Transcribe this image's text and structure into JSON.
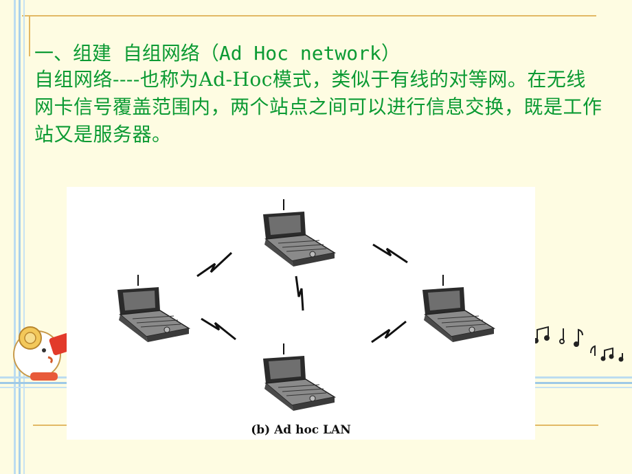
{
  "slide": {
    "heading": "一、组建 自组网络（Ad Hoc network）",
    "paragraph": "自组网络----也称为Ad-Hoc模式，类似于有线的对等网。在无线网卡信号覆盖范围内，两个站点之间可以进行信息交换，既是工作站又是服务器。"
  },
  "figure": {
    "caption": "(b) Ad hoc LAN",
    "nodes": [
      "laptop-top",
      "laptop-left",
      "laptop-right",
      "laptop-bottom"
    ]
  },
  "colors": {
    "text": "#0b9a33",
    "background": "#fefce2",
    "frame": "#e2b864",
    "stripe_blue": "#9ec9e6"
  }
}
